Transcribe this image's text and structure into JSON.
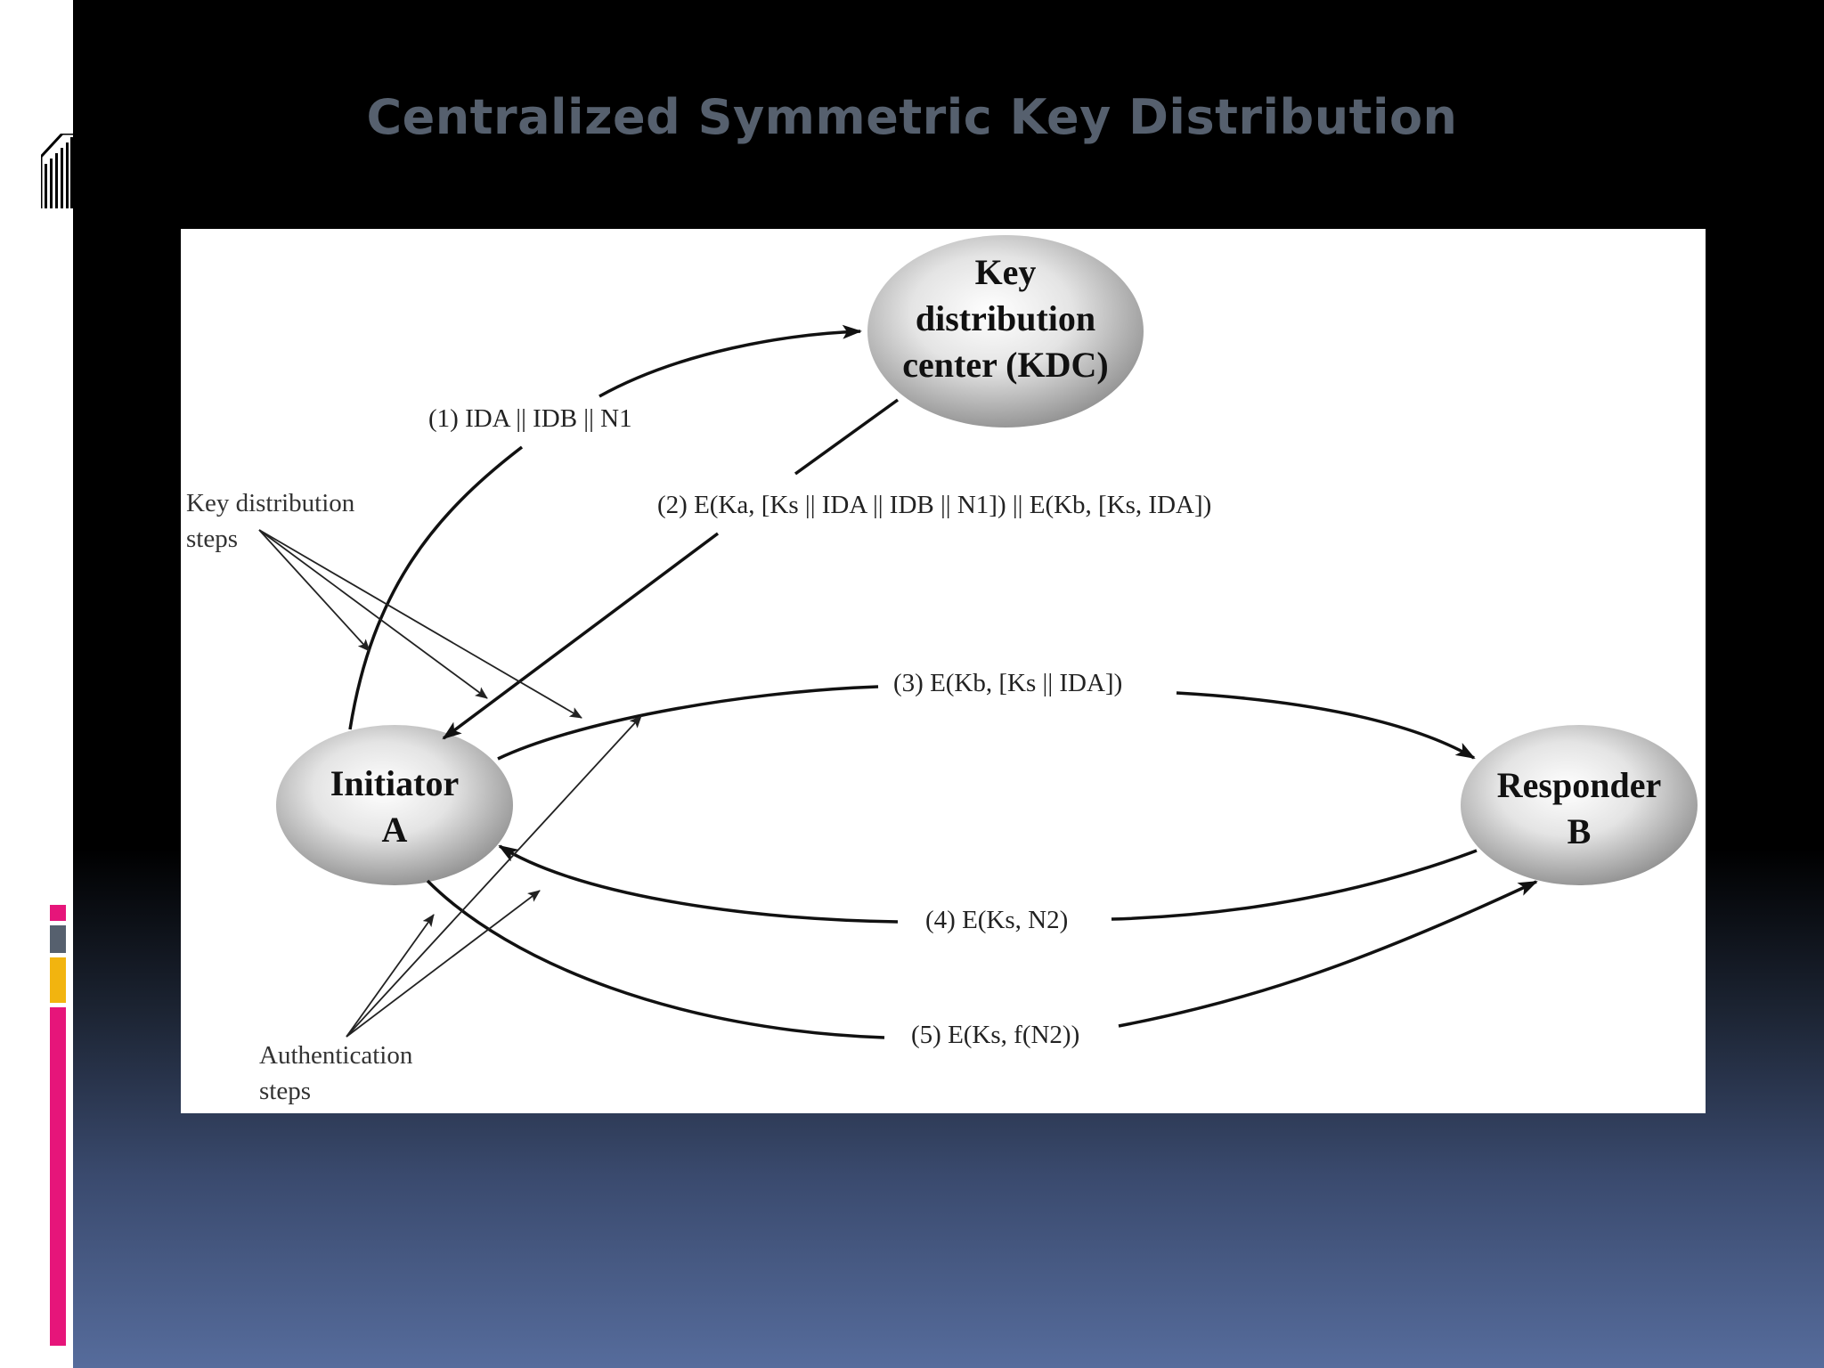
{
  "slide": {
    "title": "Centralized Symmetric Key Distribution",
    "colors": {
      "title": "#56606e",
      "background_top": "#000000",
      "background_bottom": "#566c9c",
      "stripe_pink": "#e6157a",
      "stripe_slate": "#56606e",
      "stripe_gold": "#f2b40f"
    }
  },
  "diagram": {
    "nodes": {
      "kdc": [
        "Key",
        "distribution",
        "center (KDC)"
      ],
      "initiator": [
        "Initiator",
        "A"
      ],
      "responder": [
        "Responder",
        "B"
      ]
    },
    "messages": {
      "m1": "(1) IDA || IDB || N1",
      "m2": "(2) E(Ka, [Ks || IDA || IDB || N1]) || E(Kb, [Ks, IDA])",
      "m3": "(3) E(Kb, [Ks || IDA])",
      "m4": "(4) E(Ks, N2)",
      "m5": "(5) E(Ks, f(N2))"
    },
    "annotations": {
      "key_distribution_steps": [
        "Key distribution",
        "steps"
      ],
      "authentication_steps": [
        "Authentication",
        "steps"
      ]
    }
  }
}
